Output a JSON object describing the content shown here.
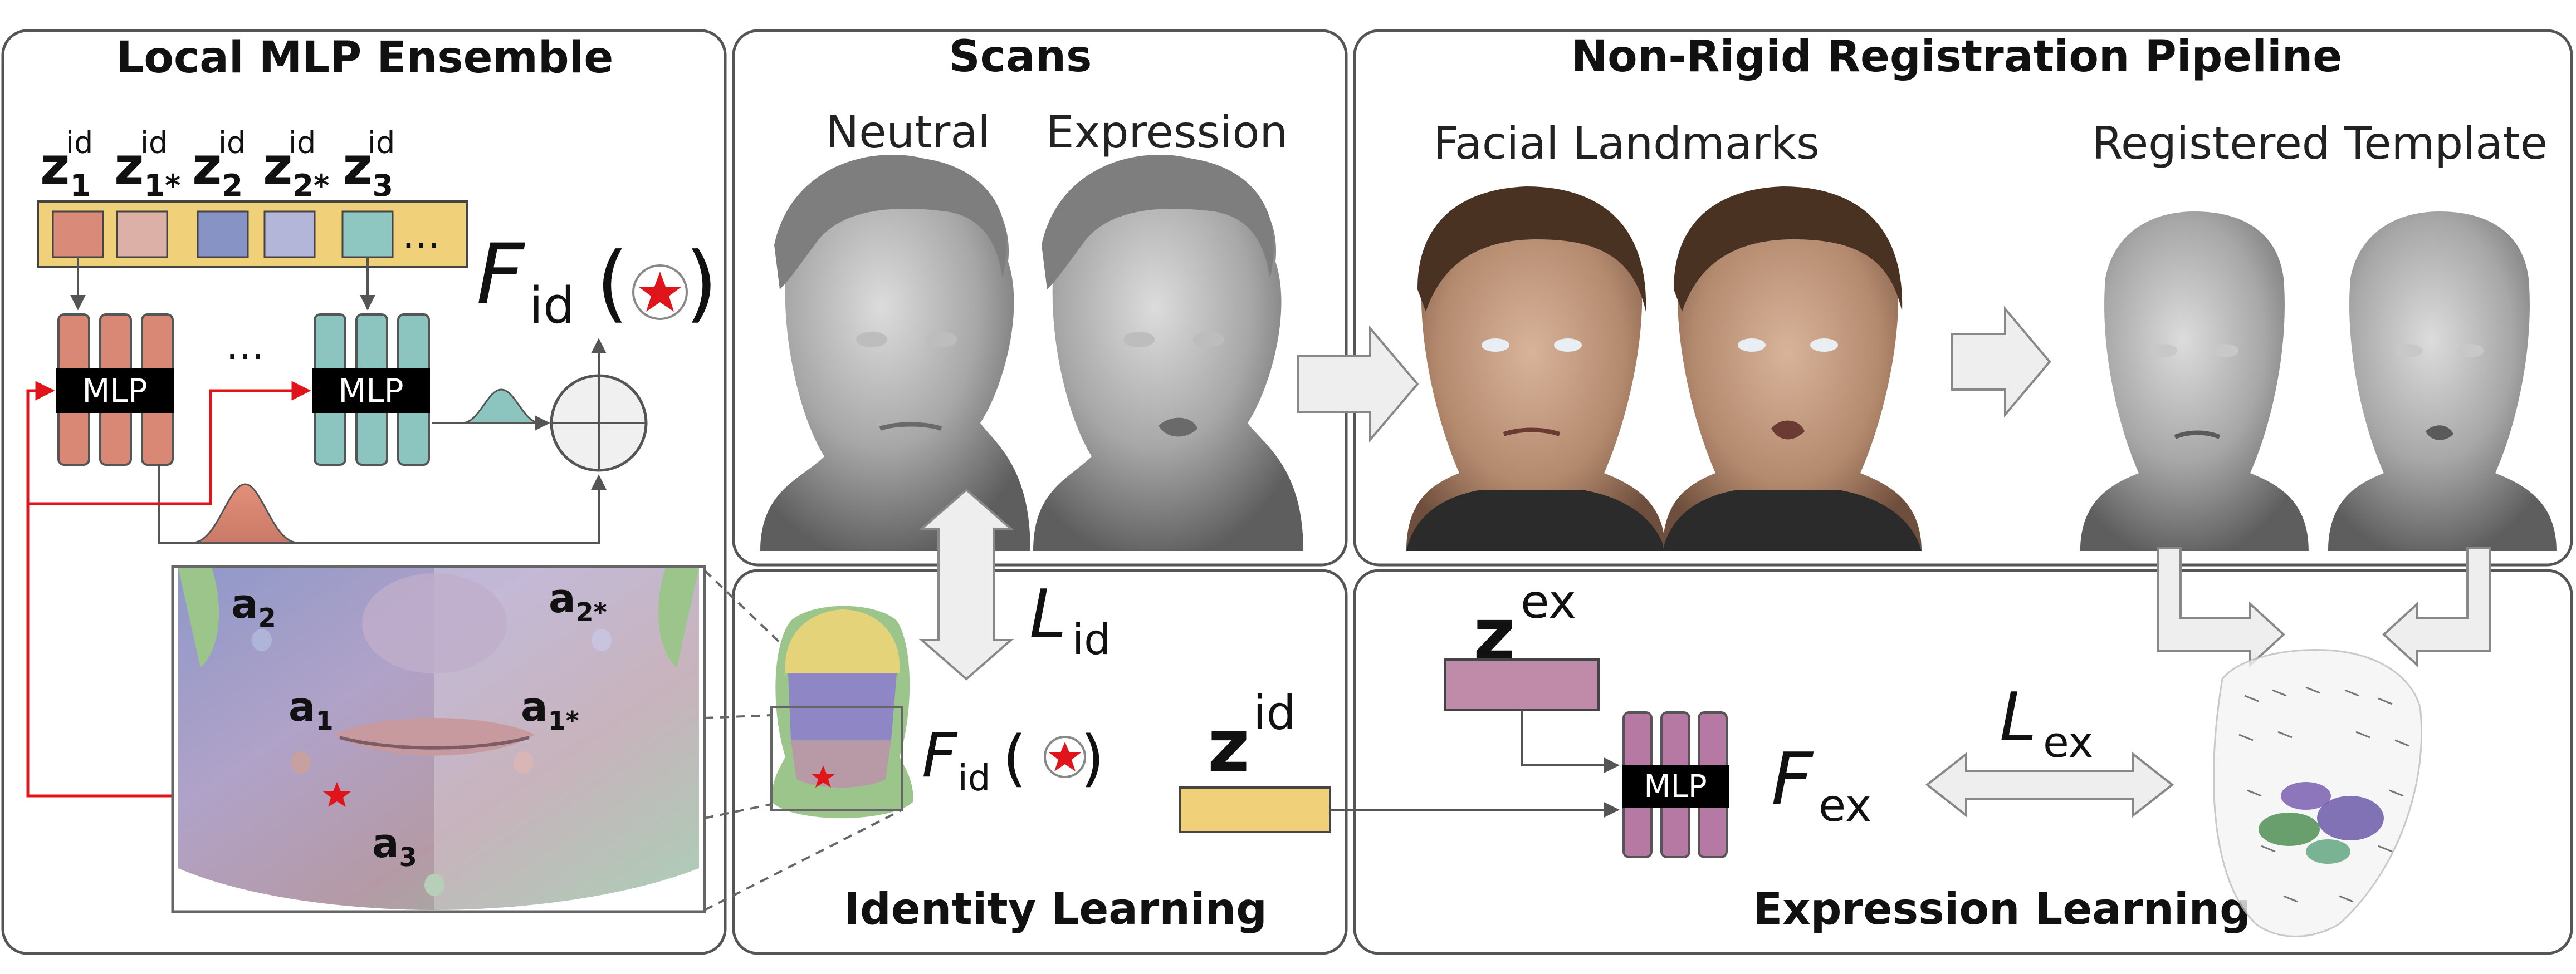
{
  "panels": {
    "local_mlp": {
      "title": "Local MLP Ensemble"
    },
    "scans": {
      "title": "Scans",
      "neutral": "Neutral",
      "expression": "Expression"
    },
    "registration": {
      "title": "Non-Rigid Registration Pipeline",
      "landmarks": "Facial Landmarks",
      "template": "Registered Template"
    },
    "identity": {
      "title": "Identity Learning"
    },
    "expression": {
      "title": "Expression Learning"
    }
  },
  "latent_labels": {
    "z1": {
      "base": "z",
      "sub": "1",
      "sup": "id"
    },
    "z1s": {
      "base": "z",
      "sub": "1*",
      "sup": "id"
    },
    "z2": {
      "base": "z",
      "sub": "2",
      "sup": "id"
    },
    "z2s": {
      "base": "z",
      "sub": "2*",
      "sup": "id"
    },
    "z3": {
      "base": "z",
      "sub": "3",
      "sup": "id"
    }
  },
  "ellipsis": "...",
  "mlp_label": "MLP",
  "anchors": {
    "a1": {
      "base": "a",
      "sub": "1"
    },
    "a1s": {
      "base": "a",
      "sub": "1*"
    },
    "a2": {
      "base": "a",
      "sub": "2"
    },
    "a2s": {
      "base": "a",
      "sub": "2*"
    },
    "a3": {
      "base": "a",
      "sub": "3"
    }
  },
  "math": {
    "F_id": {
      "base": "F",
      "sub": "id"
    },
    "L_id": {
      "base": "L",
      "sub": "id"
    },
    "z_id": {
      "base": "z",
      "sup": "id"
    },
    "z_ex": {
      "base": "z",
      "sup": "ex"
    },
    "F_ex": {
      "base": "F",
      "sub": "ex"
    },
    "L_ex": {
      "base": "L",
      "sub": "ex"
    }
  },
  "colors": {
    "latent_bar": "#f0d078",
    "latent_red": "#d98a78",
    "latent_pink": "#dcb0a6",
    "latent_blue": "#8793c4",
    "latent_lavender": "#b3b6d8",
    "latent_teal": "#8ec7c1",
    "mlp_salmon": "#d98876",
    "mlp_teal": "#8cc5bf",
    "mlp_purple": "#b679a4",
    "arrow_red": "#e0141b",
    "star_red": "#e0141b",
    "panel_border": "#555555",
    "big_arrow_fill": "#eeeeee",
    "big_arrow_stroke": "#888888",
    "mesh_gray": "#a8a8a8",
    "skin": "#b48a6e",
    "hair": "#4a3222"
  }
}
